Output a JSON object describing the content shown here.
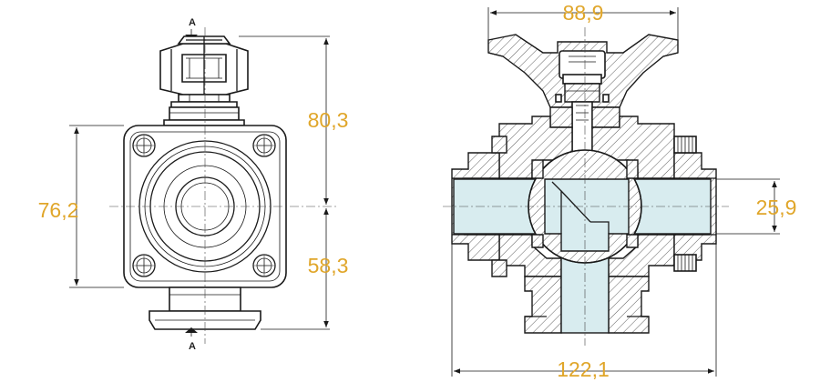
{
  "section_label_top": "A",
  "section_label_bottom": "A",
  "dimensions": {
    "front_height_total": "80,3",
    "front_width": "76,2",
    "front_height_lower": "58,3",
    "section_width_top": "88,9",
    "section_bore": "25,9",
    "section_width_bottom": "122,1"
  },
  "colors": {
    "dimension_text": "#E0A62A",
    "fluid_passage": "#d8ecef",
    "line": "#1a1a1a"
  }
}
